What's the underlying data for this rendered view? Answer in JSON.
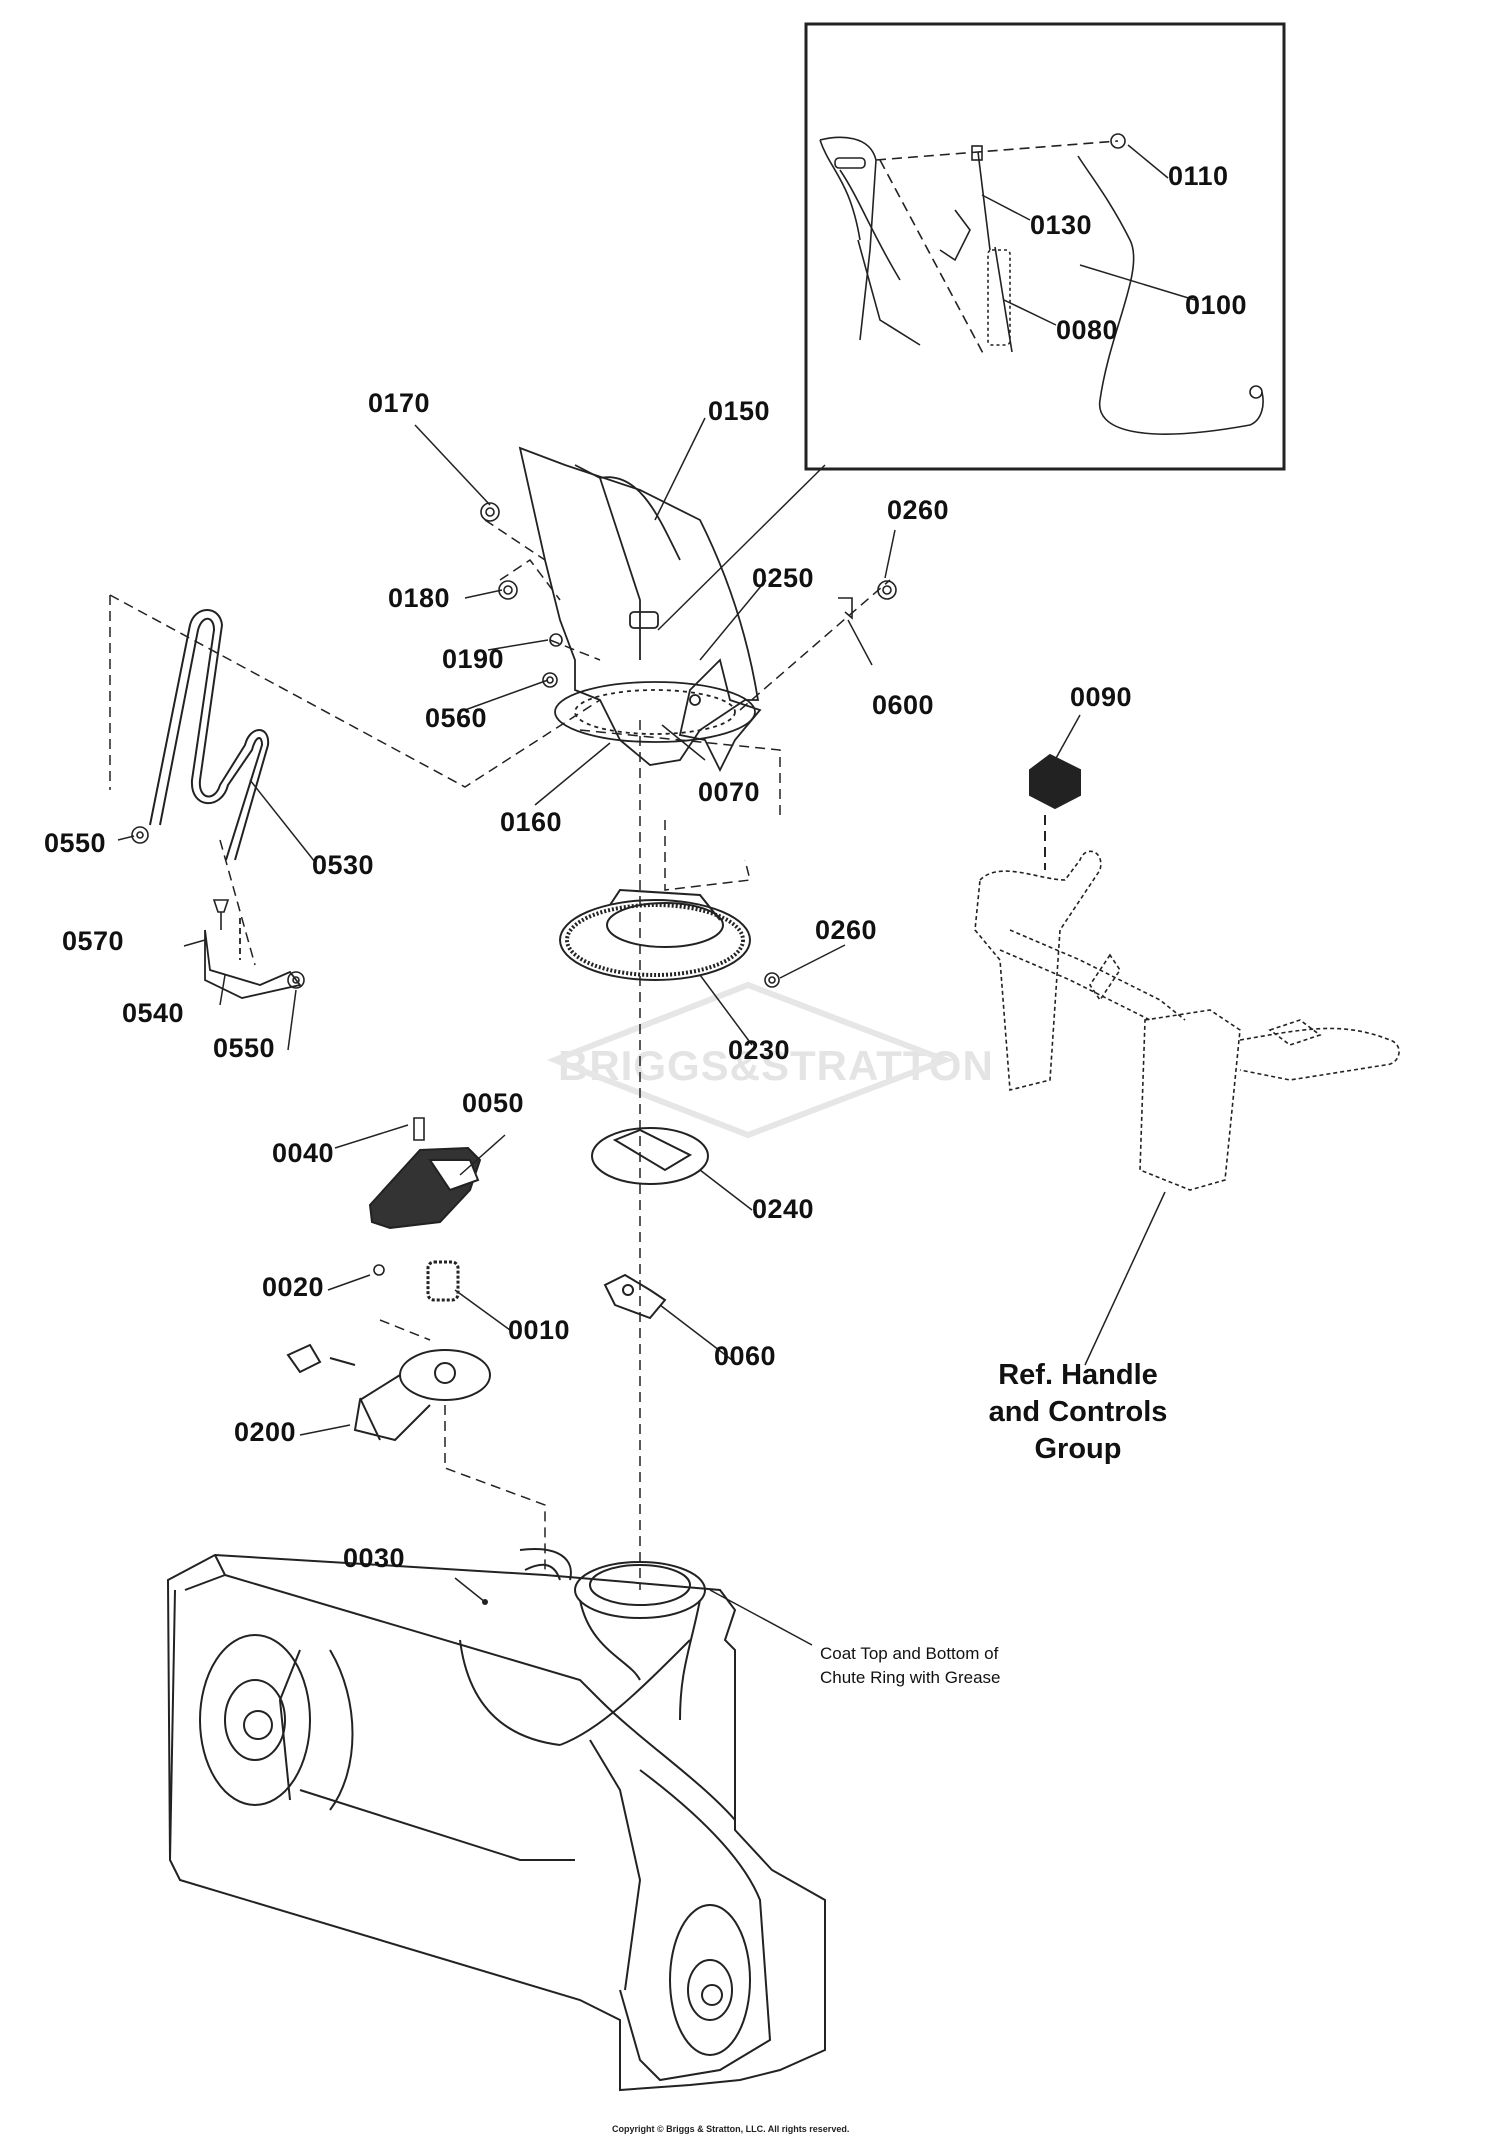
{
  "watermark": "BRIGGS&STRATTON",
  "callouts": {
    "p0110": "0110",
    "p0130": "0130",
    "p0100": "0100",
    "p0080": "0080",
    "p0170": "0170",
    "p0150": "0150",
    "p0260a": "0260",
    "p0250": "0250",
    "p0180": "0180",
    "p0190": "0190",
    "p0560": "0560",
    "p0600": "0600",
    "p0070": "0070",
    "p0160": "0160",
    "p0550a": "0550",
    "p0530": "0530",
    "p0090": "0090",
    "p0570": "0570",
    "p0540": "0540",
    "p0550b": "0550",
    "p0260b": "0260",
    "p0230": "0230",
    "p0040": "0040",
    "p0050": "0050",
    "p0240": "0240",
    "p0020": "0020",
    "p0010": "0010",
    "p0060": "0060",
    "p0200": "0200",
    "p0030": "0030"
  },
  "ref_note": {
    "line1": "Ref. Handle",
    "line2": "and Controls",
    "line3": "Group"
  },
  "grease_note": {
    "line1": "Coat Top and Bottom of",
    "line2": "Chute Ring with Grease"
  },
  "copyright": "Copyright © Briggs & Stratton, LLC. All rights reserved."
}
